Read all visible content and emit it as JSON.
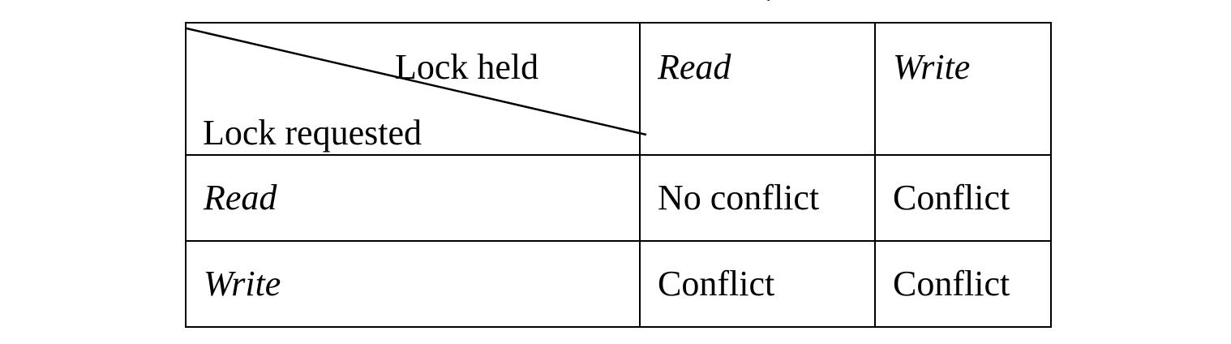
{
  "lock_matrix": {
    "corner": {
      "column_axis_label": "Lock held",
      "row_axis_label": "Lock requested"
    },
    "column_headers": [
      "Read",
      "Write"
    ],
    "rows": [
      {
        "label": "Read",
        "cells": [
          "No conflict",
          "Conflict"
        ]
      },
      {
        "label": "Write",
        "cells": [
          "Conflict",
          "Conflict"
        ]
      }
    ]
  }
}
